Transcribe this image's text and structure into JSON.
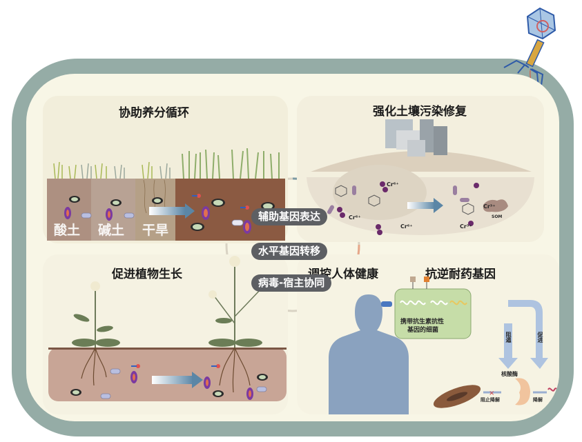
{
  "colors": {
    "frame": "#95aca6",
    "background": "#f8f6e6",
    "pill": "#5d5f63",
    "soil_dark": "#8b5a42",
    "soil_light": "#b39a8a",
    "human": "#8aa2bf",
    "arrow": "#5b86a6",
    "phage_head": "#a9c6e4",
    "phage_tail": "#d8a640"
  },
  "panels": {
    "nutrient_cycling": {
      "title": "协助养分循环",
      "soil_labels": [
        "酸土",
        "碱土",
        "干旱"
      ]
    },
    "pollution_remediation": {
      "title": "强化土壤污染修复",
      "chem_labels": [
        "Cr⁶⁺",
        "Cr⁶⁺",
        "Cr⁶⁺",
        "Cr³⁺",
        "Cr³⁺"
      ],
      "som_label": "SOM"
    },
    "plant_growth": {
      "title": "促进植物生长"
    },
    "human_health": {
      "title": "调控人体健康",
      "bacteria_label_line1": "携带抗生素抗性",
      "bacteria_label_line2": "基因的细菌"
    },
    "resistance_genes": {
      "title": "抗逆耐药基因",
      "inhibit_label": "阻遏",
      "promote_label": "促进",
      "nuclease_label": "核酸酶",
      "prevent_degradation_label": "阻止降解",
      "degradation_label": "降解"
    }
  },
  "mechanisms": [
    "辅助基因表达",
    "水平基因转移",
    "病毒-宿主协同"
  ]
}
